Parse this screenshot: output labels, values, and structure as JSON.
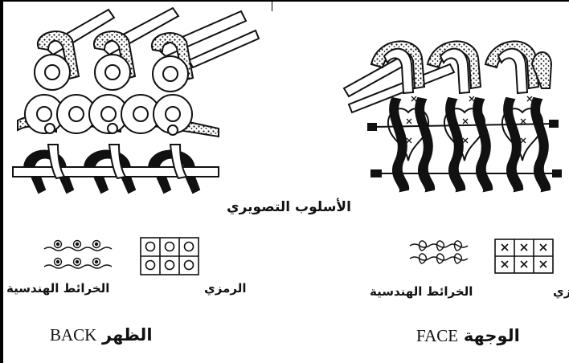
{
  "labels": {
    "pictorial_method": "الأسلوب التصويري",
    "back_symbolic": "الرمزي",
    "back_geometric": "الخرائط الهندسية",
    "face_symbolic": "الرمزي",
    "face_geometric": "الخرائط الهندسية",
    "back_en": "BACK",
    "back_ar": "الظهر",
    "face_en": "FACE",
    "face_ar": "الوجهة"
  },
  "colors": {
    "ink": "#111111",
    "yarn_light": "#ffffff",
    "yarn_dark": "#111111"
  },
  "icons": {
    "back_notation": "circles-on-waves-icon",
    "back_grid": "circle-grid-icon",
    "face_notation": "loops-on-waves-icon",
    "face_grid": "x-grid-icon"
  }
}
